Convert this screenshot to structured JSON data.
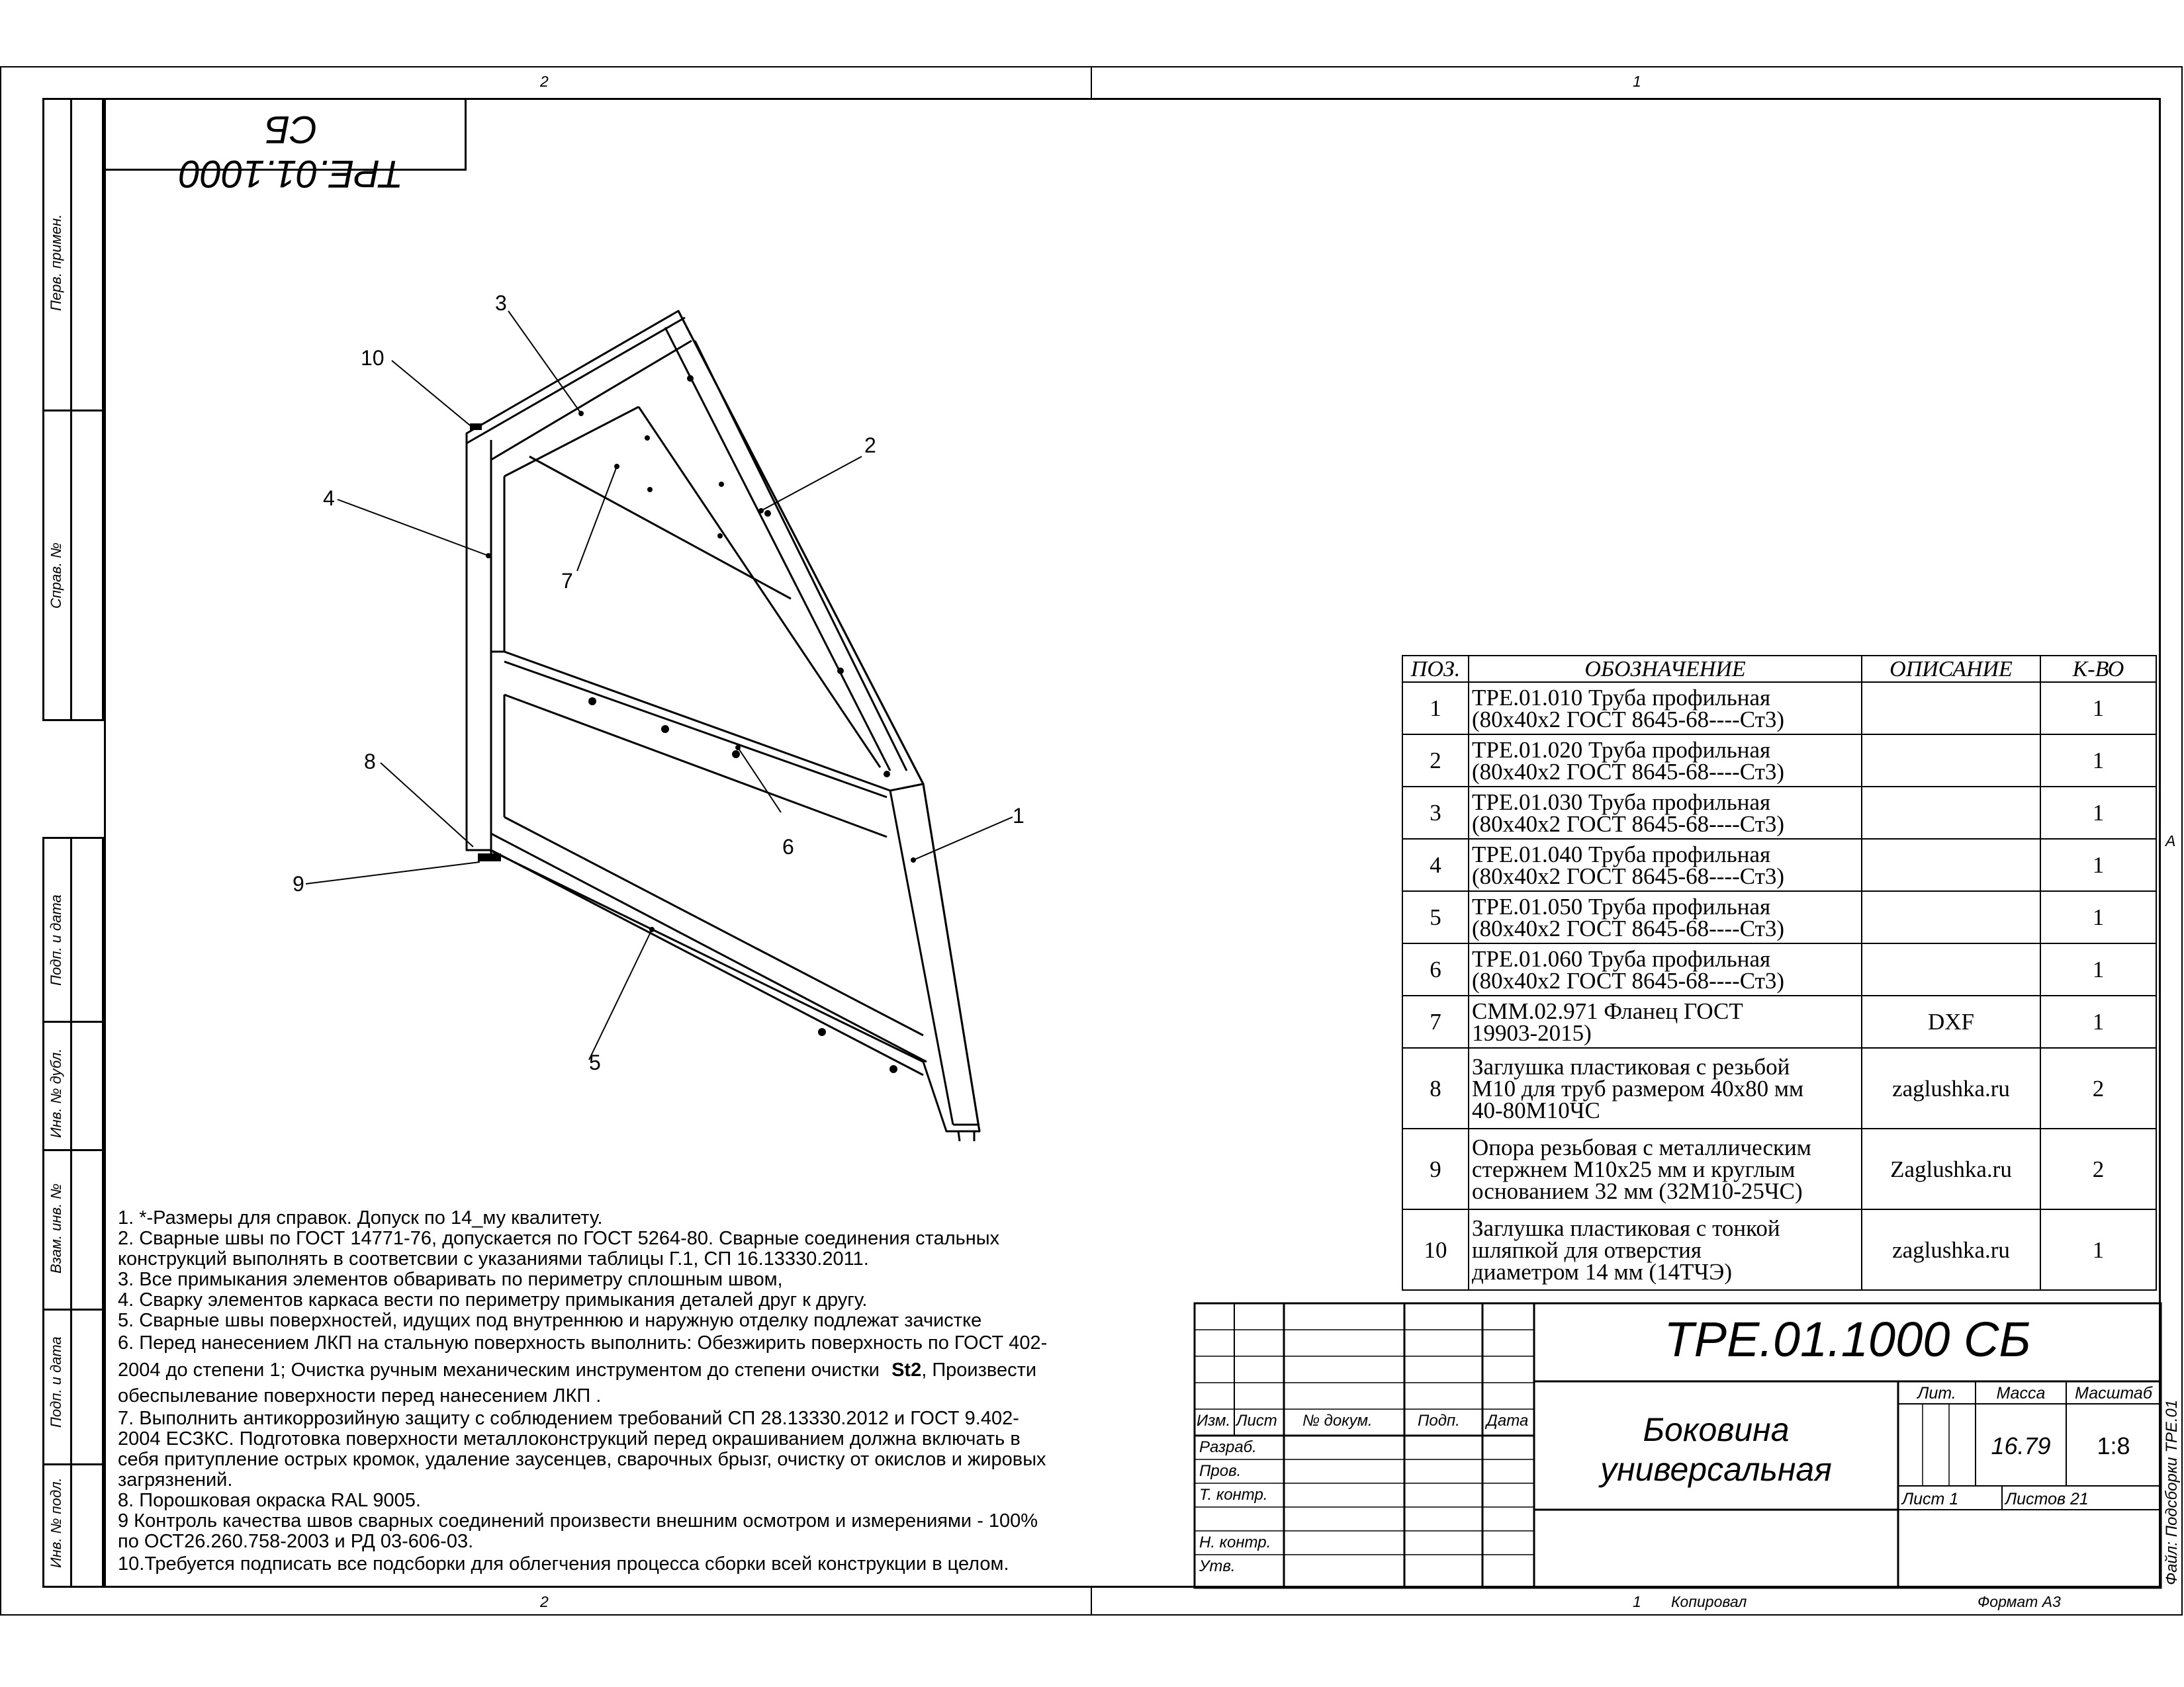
{
  "stamp_code": "ТРЕ.01.1000 СБ",
  "zones": {
    "top_left": "2",
    "top_right": "1",
    "bottom_left": "2",
    "bottom_right": "1",
    "side": "A"
  },
  "left_strip": {
    "perv_primen": "Перв. примен.",
    "sprav_no": "Справ. №",
    "podp_data_1": "Подп. и дата",
    "inv_dubl": "Инв. № дубл.",
    "vzam_inv": "Взам. инв. №",
    "podp_data_2": "Подп. и дата",
    "inv_podl": "Инв. № подл."
  },
  "callouts": [
    "1",
    "2",
    "3",
    "4",
    "5",
    "6",
    "7",
    "8",
    "9",
    "10"
  ],
  "bom": {
    "headers": {
      "pos": "ПОЗ.",
      "designation": "ОБОЗНАЧЕНИЕ",
      "description": "ОПИСАНИЕ",
      "qty": "К-ВО"
    },
    "rows": [
      {
        "pos": "1",
        "l1": "ТРЕ.01.010 Труба профильная",
        "l2": "(80х40х2 ГОСТ 8645-68----Ст3)",
        "l3": "",
        "desc": "",
        "qty": "1"
      },
      {
        "pos": "2",
        "l1": "ТРЕ.01.020 Труба профильная",
        "l2": "(80х40х2 ГОСТ 8645-68----Ст3)",
        "l3": "",
        "desc": "",
        "qty": "1"
      },
      {
        "pos": "3",
        "l1": "ТРЕ.01.030 Труба профильная",
        "l2": "(80х40х2 ГОСТ 8645-68----Ст3)",
        "l3": "",
        "desc": "",
        "qty": "1"
      },
      {
        "pos": "4",
        "l1": "ТРЕ.01.040 Труба профильная",
        "l2": "(80х40х2 ГОСТ 8645-68----Ст3)",
        "l3": "",
        "desc": "",
        "qty": "1"
      },
      {
        "pos": "5",
        "l1": "ТРЕ.01.050 Труба профильная",
        "l2": "(80х40х2 ГОСТ 8645-68----Ст3)",
        "l3": "",
        "desc": "",
        "qty": "1"
      },
      {
        "pos": "6",
        "l1": "ТРЕ.01.060 Труба профильная",
        "l2": "(80х40х2 ГОСТ 8645-68----Ст3)",
        "l3": "",
        "desc": "",
        "qty": "1"
      },
      {
        "pos": "7",
        "l1": "СММ.02.971  Фланец  ГОСТ",
        "l2": "19903-2015)",
        "l3": "",
        "desc": "DXF",
        "qty": "1"
      },
      {
        "pos": "8",
        "l1": "Заглушка пластиковая с резьбой",
        "l2": "М10 для труб размером 40х80 мм",
        "l3": "40-80М10ЧС",
        "desc": "zaglushka.ru",
        "qty": "2"
      },
      {
        "pos": "9",
        "l1": "Опора резьбовая с металлическим",
        "l2": "стержнем М10х25 мм и круглым",
        "l3": "основанием 32 мм (32М10-25ЧС)",
        "desc": "Zaglushka.ru",
        "qty": "2"
      },
      {
        "pos": "10",
        "l1": "Заглушка пластиковая с тонкой",
        "l2": "шляпкой для отверстия",
        "l3": "диаметром 14 мм  (14ТЧЭ)",
        "desc": "zaglushka.ru",
        "qty": "1"
      }
    ]
  },
  "notes": [
    "1. *-Размеры для справок. Допуск по 14_му квалитету.",
    "2. Сварные швы по ГОСТ 14771-76, допускается по ГОСТ 5264-80. Сварные соединения стальных",
    "конструкций выполнять в соответсвии с указаниями таблицы Г.1, СП 16.13330.2011.",
    "3. Все примыкания элементов обваривать по периметру сплошным швом,",
    "4. Сварку элементов каркаса вести по периметру примыкания деталей друг к другу.",
    "5. Сварные швы поверхностей, идущих под внутреннюю и наружную отделку подлежат зачистке",
    "6. Перед нанесением ЛКП на стальную поверхность выполнить: Обезжирить поверхность по ГОСТ 402-",
    "2004 до степени 1; Очистка ручным механическим инструментом до степени очистки",
    "St2",
    ",  Произвести",
    "обеспылевание поверхности перед нанесением ЛКП .",
    "7. Выполнить антикоррозийную защиту с соблюдением требований СП 28.13330.2012 и ГОСТ 9.402-",
    "2004 ЕСЗКС. Подготовка поверхности металлоконструкций перед окрашиванием должна включать в",
    "себя притупление острых кромок, удаление заусенцев, сварочных брызг, очистку от окислов и жировых",
    "загрязнений.",
    "8. Порошковая окраска RAL 9005.",
    "9 Контроль качества швов сварных соединений произвести внешним осмотром и измерениями - 100%",
    "по ОСТ26.260.758-2003 и РД 03-606-03.",
    "10.Требуется подписать все подсборки для облегчения процесса сборки всей конструкции в целом."
  ],
  "title_block": {
    "code": "ТРЕ.01.1000 СБ",
    "name_line1": "Боковина",
    "name_line2": "универсальная",
    "lit": "Лит.",
    "massa": "Масса",
    "masshtab": "Масштаб",
    "mass_value": "16.79",
    "scale_value": "1:8",
    "sheet": "Лист 1",
    "sheets": "Листов 21",
    "izm": "Изм.",
    "list": "Лист",
    "dokum": "№ докум.",
    "podp": "Подп.",
    "data": "Дата",
    "razrab": "Разраб.",
    "prov": "Пров.",
    "tkontr": "Т. контр.",
    "nkontr": "Н. контр.",
    "utv": "Утв.",
    "side_file": "Файл: Подсборки ТРЕ.01"
  },
  "footer": {
    "num": "1",
    "kopiroval": "Копировал",
    "format": "Формат А3"
  }
}
